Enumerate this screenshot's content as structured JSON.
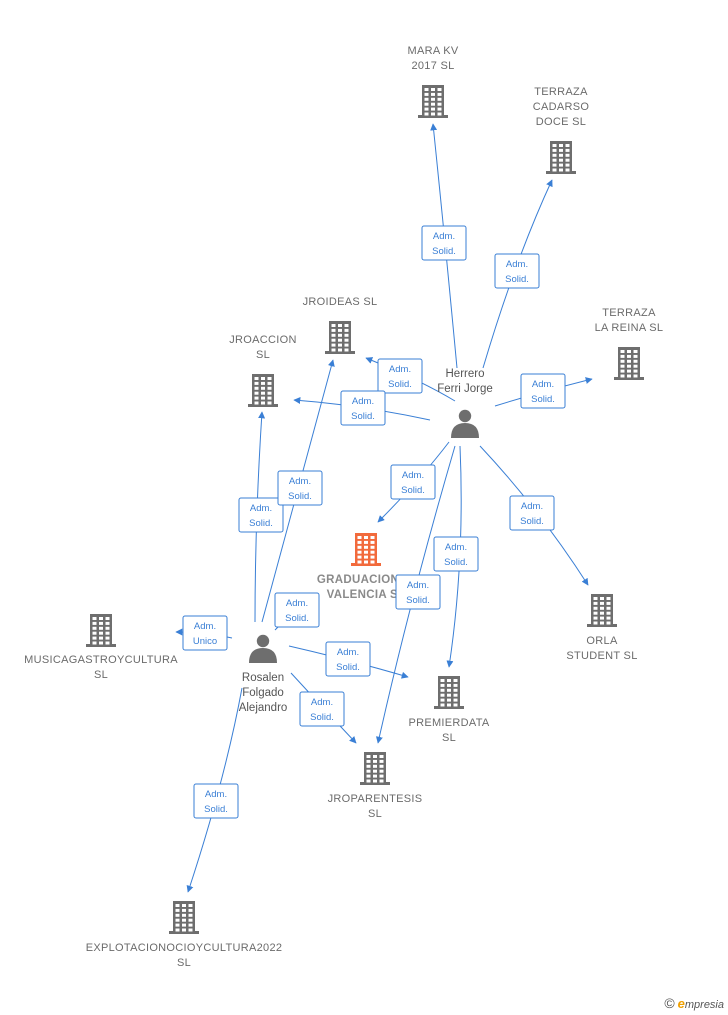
{
  "companies": [
    {
      "id": "mara",
      "label_lines": [
        "MARA KV",
        "2017  SL"
      ],
      "main": false
    },
    {
      "id": "cadarso",
      "label_lines": [
        "TERRAZA",
        "CADARSO",
        "DOCE  SL"
      ],
      "main": false
    },
    {
      "id": "reina",
      "label_lines": [
        "TERRAZA",
        "LA REINA  SL"
      ],
      "main": false
    },
    {
      "id": "jroideas",
      "label_lines": [
        "JROIDEAS  SL"
      ],
      "main": false
    },
    {
      "id": "jroaccion",
      "label_lines": [
        "JROACCION",
        "SL"
      ],
      "main": false
    },
    {
      "id": "graduaciones",
      "label_lines": [
        "GRADUACIONES",
        "VALENCIA  SL"
      ],
      "main": true
    },
    {
      "id": "orla",
      "label_lines": [
        "ORLA",
        "STUDENT  SL"
      ],
      "main": false
    },
    {
      "id": "musica",
      "label_lines": [
        "MUSICAGASTROYCULTURA",
        "SL"
      ],
      "main": false
    },
    {
      "id": "premier",
      "label_lines": [
        "PREMIERDATA",
        "SL"
      ],
      "main": false
    },
    {
      "id": "jropar",
      "label_lines": [
        "JROPARENTESIS",
        "SL"
      ],
      "main": false
    },
    {
      "id": "explot",
      "label_lines": [
        "EXPLOTACIONOCIOYCULTURA2022",
        "SL"
      ],
      "main": false
    }
  ],
  "people": [
    {
      "id": "herrero",
      "label_lines": [
        "Herrero",
        "Ferri Jorge"
      ]
    },
    {
      "id": "rosalen",
      "label_lines": [
        "Rosalen",
        "Folgado",
        "Alejandro"
      ]
    }
  ],
  "edges": [
    {
      "from": "herrero",
      "to": "mara",
      "label_lines": [
        "Adm.",
        "Solid."
      ]
    },
    {
      "from": "herrero",
      "to": "cadarso",
      "label_lines": [
        "Adm.",
        "Solid."
      ]
    },
    {
      "from": "herrero",
      "to": "reina",
      "label_lines": [
        "Adm.",
        "Solid."
      ]
    },
    {
      "from": "herrero",
      "to": "jroideas",
      "label_lines": [
        "Adm.",
        "Solid."
      ]
    },
    {
      "from": "herrero",
      "to": "jroaccion",
      "label_lines": [
        "Adm.",
        "Solid."
      ]
    },
    {
      "from": "herrero",
      "to": "graduaciones",
      "label_lines": [
        "Adm.",
        "Solid."
      ]
    },
    {
      "from": "herrero",
      "to": "orla",
      "label_lines": [
        "Adm.",
        "Solid."
      ]
    },
    {
      "from": "herrero",
      "to": "premier",
      "label_lines": [
        "Adm.",
        "Solid."
      ]
    },
    {
      "from": "herrero",
      "to": "jropar",
      "label_lines": [
        "Adm.",
        "Solid."
      ]
    },
    {
      "from": "rosalen",
      "to": "jroaccion",
      "label_lines": [
        "Adm.",
        "Solid."
      ]
    },
    {
      "from": "rosalen",
      "to": "jroideas",
      "label_lines": [
        "Adm.",
        "Solid."
      ]
    },
    {
      "from": "rosalen",
      "to": "graduaciones",
      "label_lines": [
        "Adm.",
        "Solid."
      ]
    },
    {
      "from": "rosalen",
      "to": "musica",
      "label_lines": [
        "Adm.",
        "Unico"
      ]
    },
    {
      "from": "rosalen",
      "to": "premier",
      "label_lines": [
        "Adm.",
        "Solid."
      ]
    },
    {
      "from": "rosalen",
      "to": "jropar",
      "label_lines": [
        "Adm.",
        "Solid."
      ]
    },
    {
      "from": "rosalen",
      "to": "explot",
      "label_lines": [
        "Adm.",
        "Solid."
      ]
    }
  ],
  "colors": {
    "edge": "#3a7fd5",
    "building": "#6e6e6e",
    "building_main": "#f26a3c",
    "person": "#6e6e6e"
  },
  "footer": {
    "copyright": "©",
    "brand_first": "e",
    "brand_rest": "mpresia"
  }
}
